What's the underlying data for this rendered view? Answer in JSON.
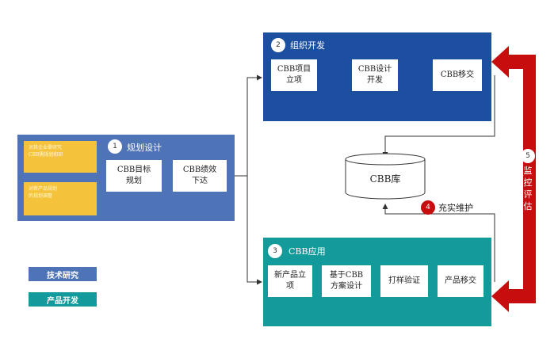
{
  "colors": {
    "plan": "#4e73b6",
    "org": "#1d4fa1",
    "app": "#139a9a",
    "note": "#f5c33b",
    "monitor": "#c70d0d",
    "maintain": "#c70d0d",
    "legend_tech": "#4e73b6",
    "legend_product": "#139a9a"
  },
  "plan": {
    "num": "1",
    "title": "规划设计",
    "note1": "对其企业需研究\nCBB需规划和研\n",
    "note2": "对新产品规划\n的规划调整\n",
    "box1": "CBB目标\n规划",
    "box2": "CBB绩效\n下达"
  },
  "org": {
    "num": "2",
    "title": "组织开发",
    "box1": "CBB项目\n立项",
    "box2": "CBB设计\n开发",
    "box3": "CBB移交"
  },
  "library": {
    "label": "CBB库"
  },
  "maintain": {
    "num": "4",
    "label": "充实维护"
  },
  "app": {
    "num": "3",
    "title": "CBB应用",
    "box1": "新产品立\n项",
    "box2": "基于CBB\n方案设计",
    "box3": "打样验证",
    "box4": "产品移交"
  },
  "monitor": {
    "num": "5",
    "label": "监\n控\n评\n估"
  },
  "legend": {
    "tech": "技术研究",
    "product": "产品开发"
  }
}
